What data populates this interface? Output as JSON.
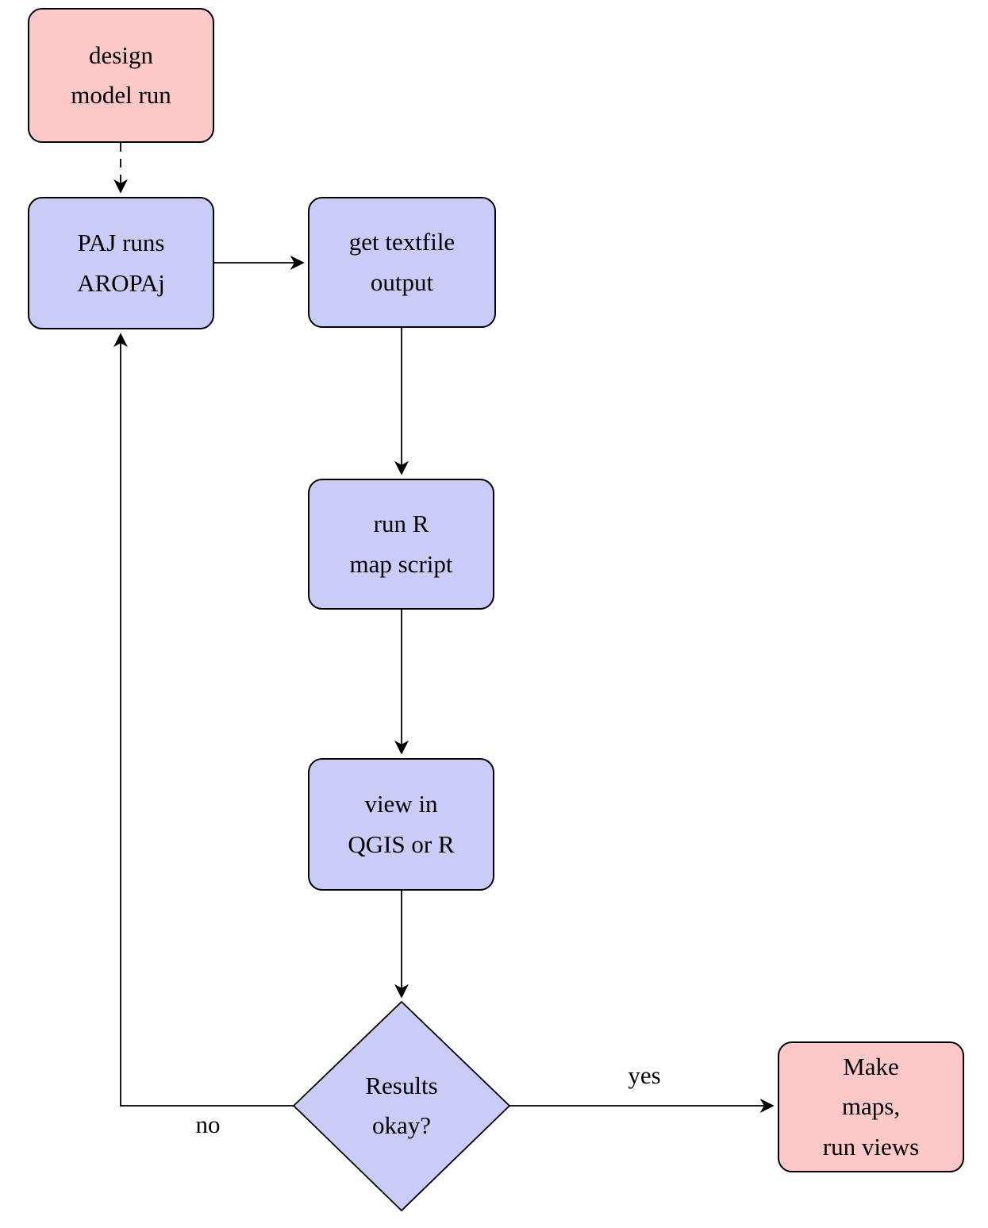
{
  "diagram": {
    "type": "flowchart",
    "colors": {
      "pink": "#fcc8c8",
      "blue": "#cbcbf8",
      "stroke": "#000000",
      "background": "#ffffff"
    },
    "nodes": {
      "design": {
        "label": "design\nmodel run",
        "shape": "rounded-rect",
        "fill": "pink"
      },
      "paj": {
        "label": "PAJ runs\nAROPAj",
        "shape": "rounded-rect",
        "fill": "blue"
      },
      "textfile": {
        "label": "get textfile\noutput",
        "shape": "rounded-rect",
        "fill": "blue"
      },
      "rscript": {
        "label": "run R\nmap script",
        "shape": "rounded-rect",
        "fill": "blue"
      },
      "view": {
        "label": "view in\nQGIS or R",
        "shape": "rounded-rect",
        "fill": "blue"
      },
      "decision": {
        "label": "Results\nokay?",
        "shape": "diamond",
        "fill": "blue"
      },
      "makemaps": {
        "label": "Make\nmaps,\nrun views",
        "shape": "rounded-rect",
        "fill": "pink"
      }
    },
    "edges": [
      {
        "from": "design",
        "to": "paj",
        "style": "dashed",
        "label": ""
      },
      {
        "from": "paj",
        "to": "textfile",
        "style": "solid",
        "label": ""
      },
      {
        "from": "textfile",
        "to": "rscript",
        "style": "solid",
        "label": ""
      },
      {
        "from": "rscript",
        "to": "view",
        "style": "solid",
        "label": ""
      },
      {
        "from": "view",
        "to": "decision",
        "style": "solid",
        "label": ""
      },
      {
        "from": "decision",
        "to": "makemaps",
        "style": "solid",
        "label": "yes"
      },
      {
        "from": "decision",
        "to": "paj",
        "style": "solid",
        "label": "no"
      }
    ]
  }
}
